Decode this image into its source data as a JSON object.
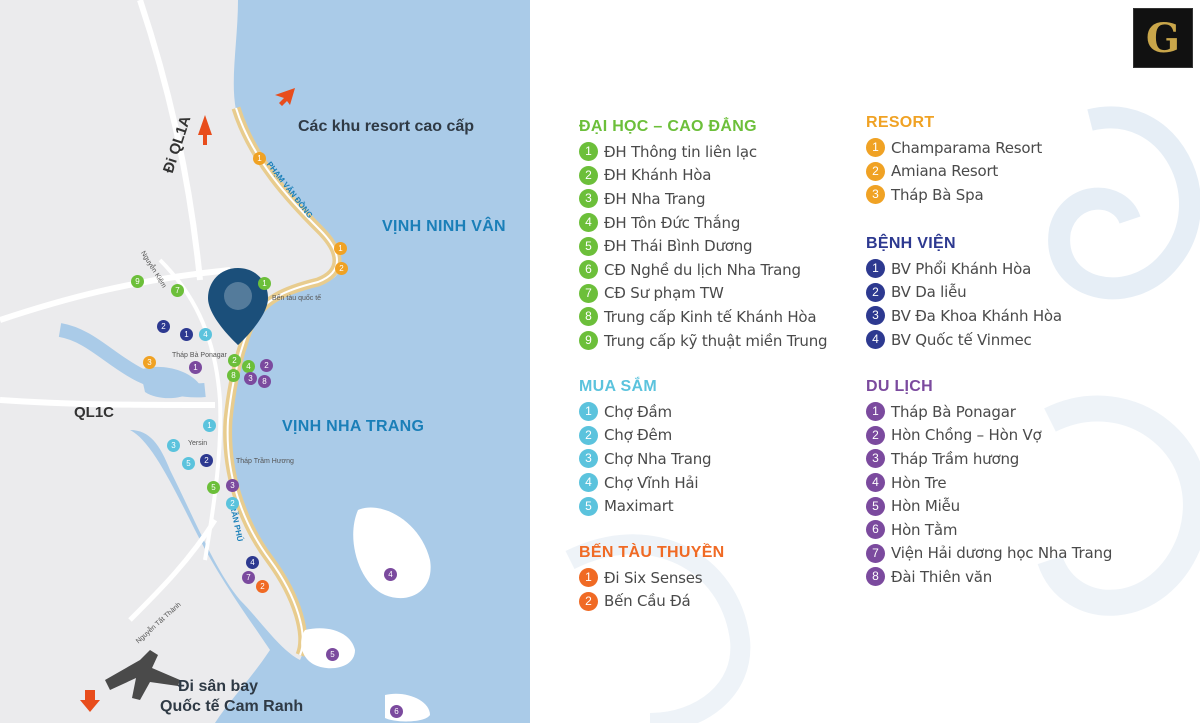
{
  "logo": {
    "letter": "G"
  },
  "map": {
    "bays": [
      "VỊNH NINH VÂN",
      "VỊNH NHA TRANG"
    ],
    "roads": [
      "Đi QL1A",
      "QL1C"
    ],
    "streets": [
      "PHẠM VĂN ĐỒNG",
      "TRẦN PHÚ"
    ],
    "small_labels": [
      "Nguyễn Kiệm",
      "Bến tàu quốc tế",
      "Tháp Bà Ponagar",
      "Yersin",
      "Tháp Trầm Hương",
      "Nguyễn Tất Thành"
    ],
    "annotations": {
      "resort": "Các khu resort cao cấp",
      "airport_line1": "Đi sân bay",
      "airport_line2": "Quốc tế Cam Ranh"
    }
  },
  "colors": {
    "green": "#6cbf3a",
    "orange": "#f0a224",
    "navy": "#2d3990",
    "cyan": "#5bc3dd",
    "purple": "#7b4a9e",
    "red_orange": "#f06a24",
    "sea": "#aacbe8",
    "land": "#ebebed",
    "beach": "#e8cc8e"
  },
  "legend": {
    "education": {
      "title": "ĐẠI HỌC – CAO ĐẲNG",
      "items": [
        {
          "num": "1",
          "label": "ĐH Thông tin liên lạc"
        },
        {
          "num": "2",
          "label": "ĐH Khánh Hòa"
        },
        {
          "num": "3",
          "label": "ĐH Nha Trang"
        },
        {
          "num": "4",
          "label": "ĐH Tôn Đức Thắng"
        },
        {
          "num": "5",
          "label": "ĐH Thái Bình Dương"
        },
        {
          "num": "6",
          "label": "CĐ Nghề du lịch Nha Trang"
        },
        {
          "num": "7",
          "label": "CĐ Sư phạm TW"
        },
        {
          "num": "8",
          "label": "Trung cấp Kinh tế Khánh Hòa"
        },
        {
          "num": "9",
          "label": "Trung cấp kỹ thuật miền Trung"
        }
      ]
    },
    "resort": {
      "title": "RESORT",
      "items": [
        {
          "num": "1",
          "label": "Champarama Resort"
        },
        {
          "num": "2",
          "label": "Amiana Resort"
        },
        {
          "num": "3",
          "label": "Tháp Bà Spa"
        }
      ]
    },
    "hospital": {
      "title": "BỆNH VIỆN",
      "items": [
        {
          "num": "1",
          "label": "BV Phổi Khánh Hòa"
        },
        {
          "num": "2",
          "label": "BV Da liễu"
        },
        {
          "num": "3",
          "label": "BV Đa Khoa Khánh Hòa"
        },
        {
          "num": "4",
          "label": "BV Quốc tế Vinmec"
        }
      ]
    },
    "shopping": {
      "title": "MUA SẮM",
      "items": [
        {
          "num": "1",
          "label": "Chợ Đầm"
        },
        {
          "num": "2",
          "label": "Chợ Đêm"
        },
        {
          "num": "3",
          "label": "Chợ Nha Trang"
        },
        {
          "num": "4",
          "label": "Chợ Vĩnh Hải"
        },
        {
          "num": "5",
          "label": "Maximart"
        }
      ]
    },
    "tourism": {
      "title": "DU LỊCH",
      "items": [
        {
          "num": "1",
          "label": "Tháp Bà Ponagar"
        },
        {
          "num": "2",
          "label": "Hòn Chồng – Hòn Vợ"
        },
        {
          "num": "3",
          "label": "Tháp Trầm hương"
        },
        {
          "num": "4",
          "label": "Hòn Tre"
        },
        {
          "num": "5",
          "label": "Hòn Miễu"
        },
        {
          "num": "6",
          "label": "Hòn Tằm"
        },
        {
          "num": "7",
          "label": "Viện Hải dương học Nha Trang"
        },
        {
          "num": "8",
          "label": "Đài Thiên văn"
        }
      ]
    },
    "port": {
      "title": "BẾN TÀU THUYỀN",
      "items": [
        {
          "num": "1",
          "label": "Đi Six Senses"
        },
        {
          "num": "2",
          "label": "Bến Cầu Đá"
        }
      ]
    }
  }
}
